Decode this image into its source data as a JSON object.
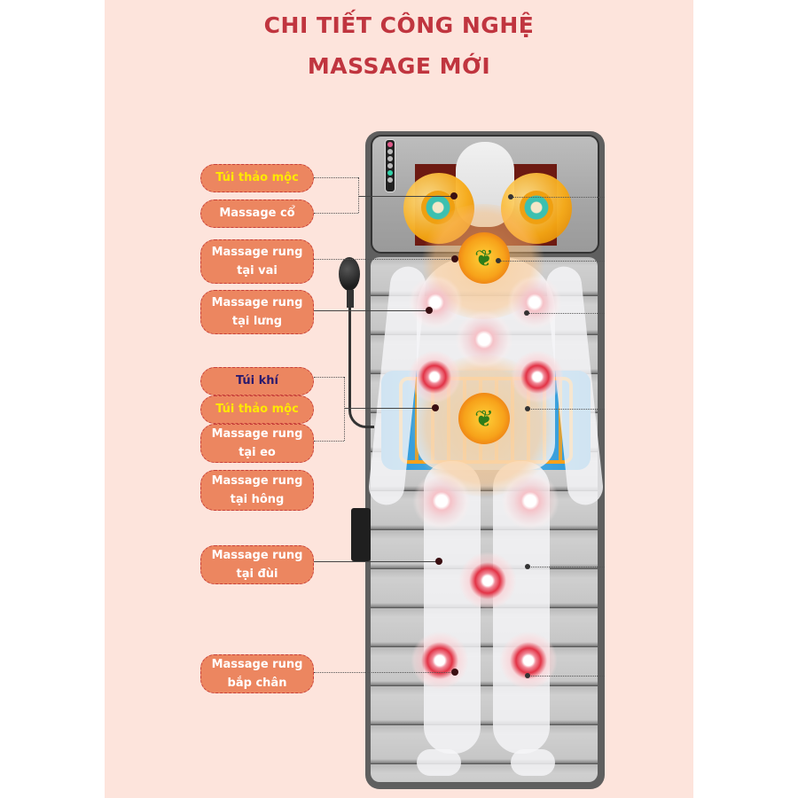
{
  "title": {
    "line1": "CHI TIẾT CÔNG NGHỆ",
    "line2": "MASSAGE MỚI"
  },
  "colors": {
    "title": "#c0353f",
    "background_panel": "#fde4dc",
    "label_fill": "#ec8660",
    "label_border": "#c8403a",
    "label_text_white": "#ffffff",
    "label_text_yellow": "#ffe800",
    "label_text_navy": "#2a1a6e"
  },
  "labels": [
    {
      "id": "herb-bag-neck",
      "line1": "Túi thảo mộc",
      "line2": "",
      "text_color": "yellow"
    },
    {
      "id": "neck-massage",
      "line1": "Massage cổ",
      "line2": "",
      "text_color": "white"
    },
    {
      "id": "shoulder-vibration",
      "line1": "Massage rung",
      "line2": "tại vai",
      "text_color": "white"
    },
    {
      "id": "back-vibration",
      "line1": "Massage rung",
      "line2": "tại lưng",
      "text_color": "white"
    },
    {
      "id": "air-bag",
      "line1": "Túi khí",
      "line2": "",
      "text_color": "navy"
    },
    {
      "id": "herb-bag-waist",
      "line1": "Túi thảo mộc",
      "line2": "",
      "text_color": "yellow"
    },
    {
      "id": "waist-vibration",
      "line1": "Massage rung",
      "line2": "tại eo",
      "text_color": "white"
    },
    {
      "id": "hip-vibration",
      "line1": "Massage rung",
      "line2": "tại hông",
      "text_color": "white"
    },
    {
      "id": "thigh-vibration",
      "line1": "Massage rung",
      "line2": "tại đùi",
      "text_color": "white"
    },
    {
      "id": "calf-vibration",
      "line1": "Massage rung",
      "line2": "bắp chân",
      "text_color": "white"
    }
  ],
  "product": {
    "name": "massage-mat",
    "control_panel_buttons": 6,
    "icons": {
      "herb": "herb-leaf-icon",
      "air_pump": "air-pump-icon",
      "vibration": "vibration-node-icon",
      "roller": "shiatsu-roller-icon"
    },
    "leaf_glyph": "❦"
  }
}
